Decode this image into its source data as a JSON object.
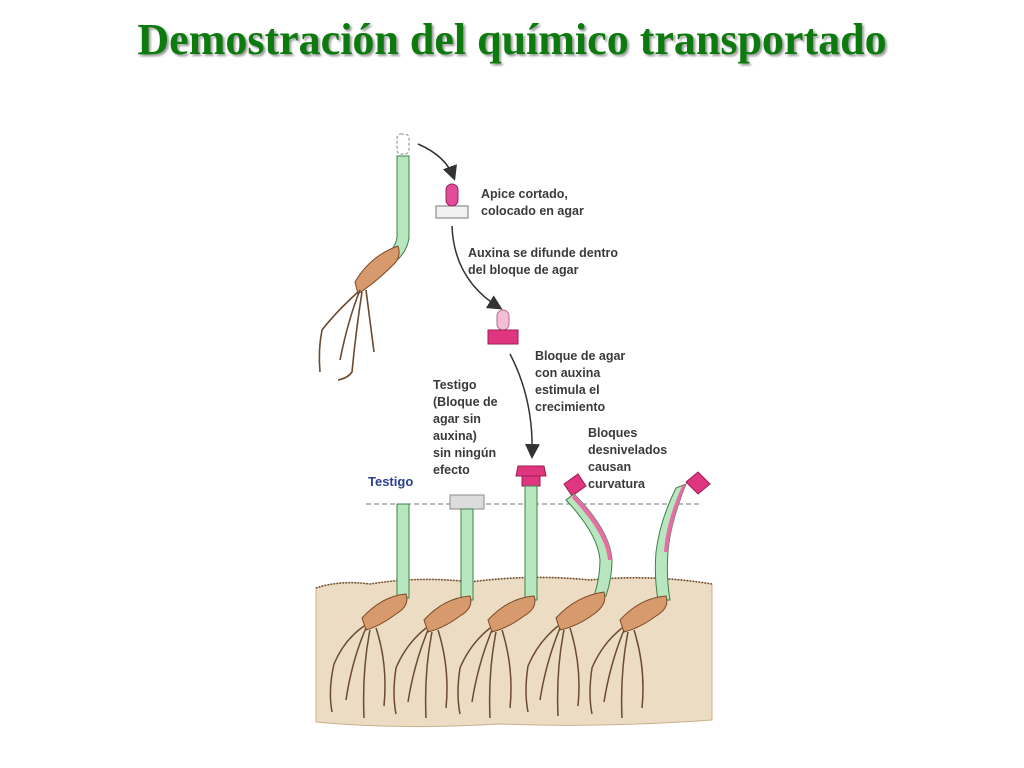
{
  "title": "Demostración del químico transportado",
  "labels": {
    "apex_cut_1": "Apice cortado,",
    "apex_cut_2": "colocado en agar",
    "auxin_diffuses_1": "Auxina se difunde dentro",
    "auxin_diffuses_2": "del bloque de agar",
    "agar_block_1": "Bloque de agar",
    "agar_block_2": "con auxina",
    "agar_block_3": "estimula el",
    "agar_block_4": "crecimiento",
    "control_1": "Testigo",
    "control_2": "(Bloque de",
    "control_3": "agar sin",
    "control_4": "auxina)",
    "control_5": " sin ningún",
    "control_6": "efecto",
    "uneven_1": "Bloques",
    "uneven_2": "desnivelados",
    "uneven_3": "causan",
    "uneven_4": "curvatura",
    "control_line": "Testigo"
  },
  "colors": {
    "title": "#0d7a0d",
    "stem": "#b8e6bf",
    "auxin_block": "#e0357f",
    "plain_agar": "#dcdcdc",
    "soil": "#eddcc4",
    "seed": "#d69a6c",
    "label_blue": "#2b3f8f"
  }
}
